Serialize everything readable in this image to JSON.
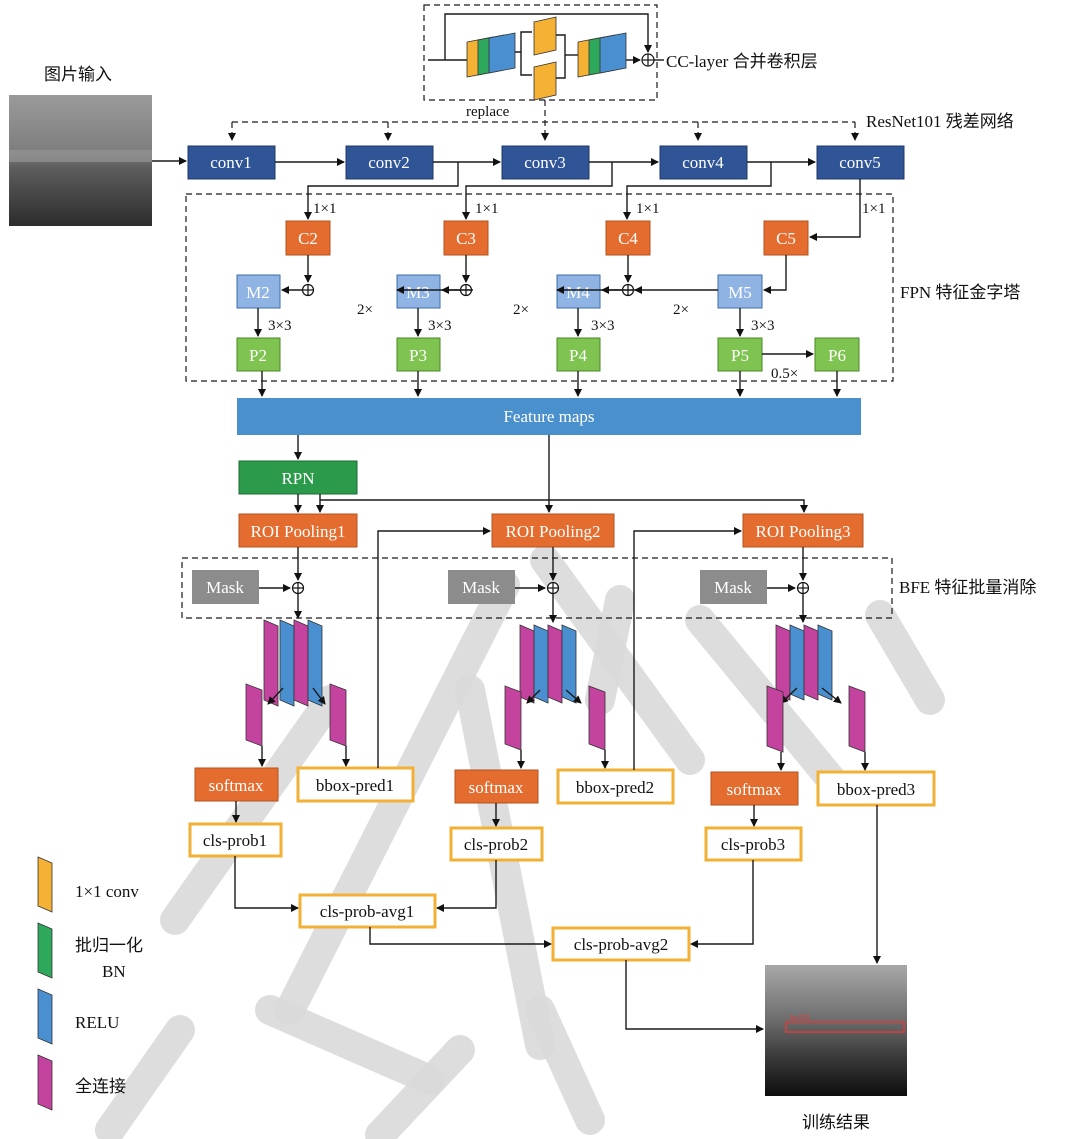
{
  "labels": {
    "input_title": "图片输入",
    "replace": "replace",
    "cc_layer": "CC-layer 合并卷积层",
    "resnet": "ResNet101 残差网络",
    "fpn": "FPN 特征金字塔",
    "bfe": "BFE 特征批量消除",
    "result_caption": "训练结果",
    "feature_maps": "Feature maps",
    "rpn": "RPN",
    "k1": "1×1",
    "k3": "3×3",
    "up2": "2×",
    "down05": "0.5×",
    "detect_tag": "hx335"
  },
  "conv_blocks": [
    "conv1",
    "conv2",
    "conv3",
    "conv4",
    "conv5"
  ],
  "c_blocks": [
    "C2",
    "C3",
    "C4",
    "C5"
  ],
  "m_blocks": [
    "M2",
    "M3",
    "M4",
    "M5"
  ],
  "p_blocks": [
    "P2",
    "P3",
    "P4",
    "P5",
    "P6"
  ],
  "roi": [
    "ROI Pooling1",
    "ROI Pooling2",
    "ROI Pooling3"
  ],
  "mask": "Mask",
  "softmax": "softmax",
  "bbox": [
    "bbox-pred1",
    "bbox-pred2",
    "bbox-pred3"
  ],
  "cls": [
    "cls-prob1",
    "cls-prob2",
    "cls-prob3"
  ],
  "avg": [
    "cls-prob-avg1",
    "cls-prob-avg2"
  ],
  "legend": [
    {
      "label": "1×1 conv",
      "color": "#f4b133"
    },
    {
      "label": "批归一化",
      "label2": "BN",
      "color": "#2ea85a"
    },
    {
      "label": "RELU",
      "color": "#4a8fd0"
    },
    {
      "label": "全连接",
      "color": "#c4439f"
    }
  ],
  "colors": {
    "conv": "#2f5597",
    "orange": "#e36c2e",
    "light_blue": "#8fb4e3",
    "green": "#7fc350",
    "rpn": "#2c9a4b",
    "feature_maps": "#4a90cc",
    "mask": "#8c8c8c",
    "box_border": "#f2b134",
    "cc_yellow": "#f4b133",
    "cc_green": "#2ea85a",
    "cc_blue": "#4a8fd0",
    "fc_magenta": "#c4439f"
  }
}
